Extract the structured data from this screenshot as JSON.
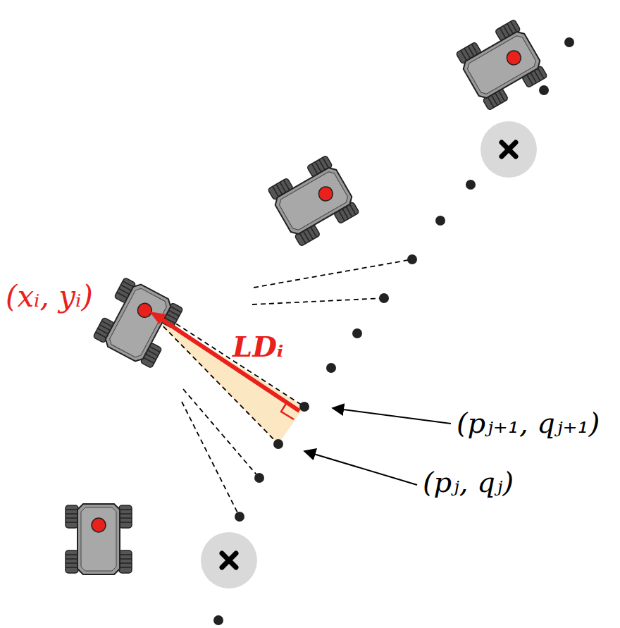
{
  "diagram": {
    "labels": [
      "(xᵢ, yᵢ)",
      "LDᵢ",
      "(pⱼ₊₁, qⱼ₊₁)",
      "(pⱼ, qⱼ)"
    ]
  }
}
